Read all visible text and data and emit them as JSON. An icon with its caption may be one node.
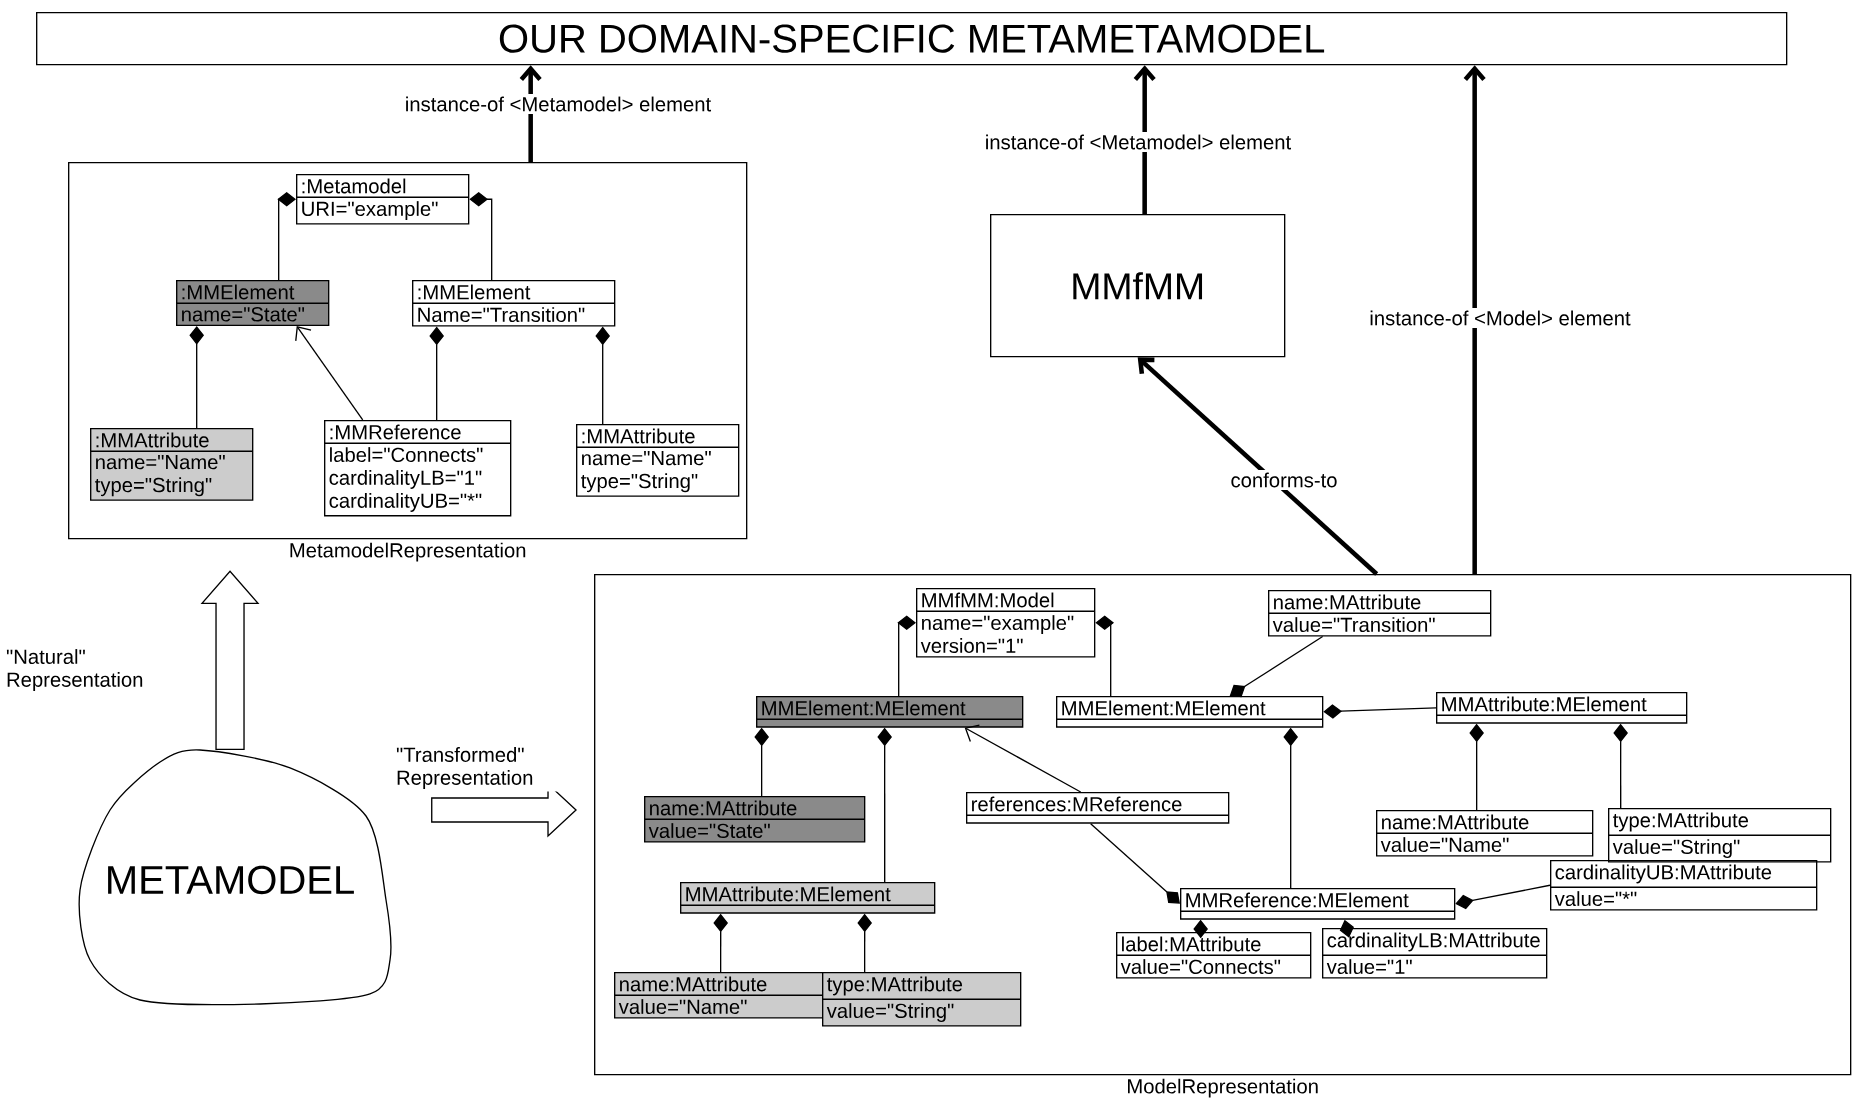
{
  "diagram": {
    "nodes": [
      {
        "text": [
          "OUR DOMAIN-SPECIFIC METAMETAMODEL"
        ]
      },
      {
        "text": [
          "MetamodelRepresentation"
        ]
      },
      {
        "text": [
          ":Metamodel",
          "URI=\"example\""
        ],
        "in": 1
      },
      {
        "text": [
          ":MMElement",
          "name=\"State\""
        ],
        "in": 1
      },
      {
        "text": [
          ":MMElement",
          "Name=\"Transition\""
        ],
        "in": 1
      },
      {
        "text": [
          ":MMAttribute",
          "name=\"Name\"",
          "type=\"String\""
        ],
        "in": 1
      },
      {
        "text": [
          ":MMReference",
          "label=\"Connects\"",
          "cardinalityLB=\"1\"",
          "cardinalityUB=\"*\""
        ],
        "in": 1
      },
      {
        "text": [
          ":MMAttribute",
          "name=\"Name\"",
          "type=\"String\""
        ],
        "in": 1
      },
      {
        "text": [
          "MMfMM"
        ]
      },
      {
        "text": [
          "METAMODEL"
        ]
      },
      {
        "text": [
          "ModelRepresentation"
        ]
      },
      {
        "text": [
          "MMfMM:Model",
          "name=\"example\"",
          "version=\"1\""
        ],
        "in": 10
      },
      {
        "text": [
          "name:MAttribute",
          "value=\"Transition\""
        ],
        "in": 10
      },
      {
        "text": [
          "MMElement:MElement"
        ],
        "in": 10
      },
      {
        "text": [
          "MMElement:MElement"
        ],
        "in": 10
      },
      {
        "text": [
          "MMAttribute:MElement"
        ],
        "in": 10
      },
      {
        "text": [
          "name:MAttribute",
          "value=\"State\""
        ],
        "in": 10
      },
      {
        "text": [
          "references:MReference"
        ],
        "in": 10
      },
      {
        "text": [
          "MMAttribute:MElement"
        ],
        "in": 10
      },
      {
        "text": [
          "name:MAttribute",
          "value=\"Name\""
        ],
        "in": 10
      },
      {
        "text": [
          "type:MAttribute",
          "value=\"String\""
        ],
        "in": 10
      },
      {
        "text": [
          "MMReference:MElement"
        ],
        "in": 10
      },
      {
        "text": [
          "cardinalityUB:MAttribute",
          "value=\"*\""
        ],
        "in": 10
      },
      {
        "text": [
          "name:MAttribute",
          "value=\"Name\""
        ],
        "in": 10
      },
      {
        "text": [
          "type:MAttribute",
          "value=\"String\""
        ],
        "in": 10
      },
      {
        "text": [
          "label:MAttribute",
          "value=\"Connects\""
        ],
        "in": 10
      },
      {
        "text": [
          "cardinalityLB:MAttribute",
          "value=\"1\""
        ],
        "in": 10
      }
    ],
    "edges": [
      {
        "from": 1,
        "to": 0,
        "arrow": "to",
        "label": "instance-of <Metamodel> element",
        "style": "thick"
      },
      {
        "from": 8,
        "to": 0,
        "arrow": "to",
        "label": "instance-of <Metamodel> element",
        "style": "thick"
      },
      {
        "from": 10,
        "to": 0,
        "arrow": "to",
        "label": "instance-of <Model> element",
        "style": "thick"
      },
      {
        "from": 10,
        "to": 8,
        "arrow": "to",
        "label": "conforms-to",
        "style": "thick"
      },
      {
        "from": 9,
        "to": 1,
        "arrow": "to",
        "label": "\"Natural\" Representation"
      },
      {
        "from": 9,
        "to": 10,
        "arrow": "to",
        "label": "\"Transformed\" Representation"
      },
      {
        "from": 2,
        "to": 3,
        "arrow": "other"
      },
      {
        "from": 2,
        "to": 4,
        "arrow": "other"
      },
      {
        "from": 3,
        "to": 5,
        "arrow": "other"
      },
      {
        "from": 4,
        "to": 6,
        "arrow": "other"
      },
      {
        "from": 4,
        "to": 7,
        "arrow": "other"
      },
      {
        "from": 6,
        "to": 3,
        "arrow": "to"
      },
      {
        "from": 11,
        "to": 13,
        "arrow": "other"
      },
      {
        "from": 11,
        "to": 14,
        "arrow": "other"
      },
      {
        "from": 14,
        "to": 12,
        "arrow": "other"
      },
      {
        "from": 14,
        "to": 15,
        "arrow": "other"
      },
      {
        "from": 13,
        "to": 16,
        "arrow": "other"
      },
      {
        "from": 13,
        "to": 18,
        "arrow": "other"
      },
      {
        "from": 18,
        "to": 23,
        "arrow": "other"
      },
      {
        "from": 18,
        "to": 24,
        "arrow": "other"
      },
      {
        "from": 14,
        "to": 21,
        "arrow": "other"
      },
      {
        "from": 15,
        "to": 19,
        "arrow": "other"
      },
      {
        "from": 15,
        "to": 20,
        "arrow": "other"
      },
      {
        "from": 21,
        "to": 17,
        "arrow": "other"
      },
      {
        "from": 17,
        "to": 13,
        "arrow": "to"
      },
      {
        "from": 21,
        "to": 25,
        "arrow": "other"
      },
      {
        "from": 21,
        "to": 26,
        "arrow": "other"
      },
      {
        "from": 21,
        "to": 22,
        "arrow": "other"
      }
    ]
  }
}
